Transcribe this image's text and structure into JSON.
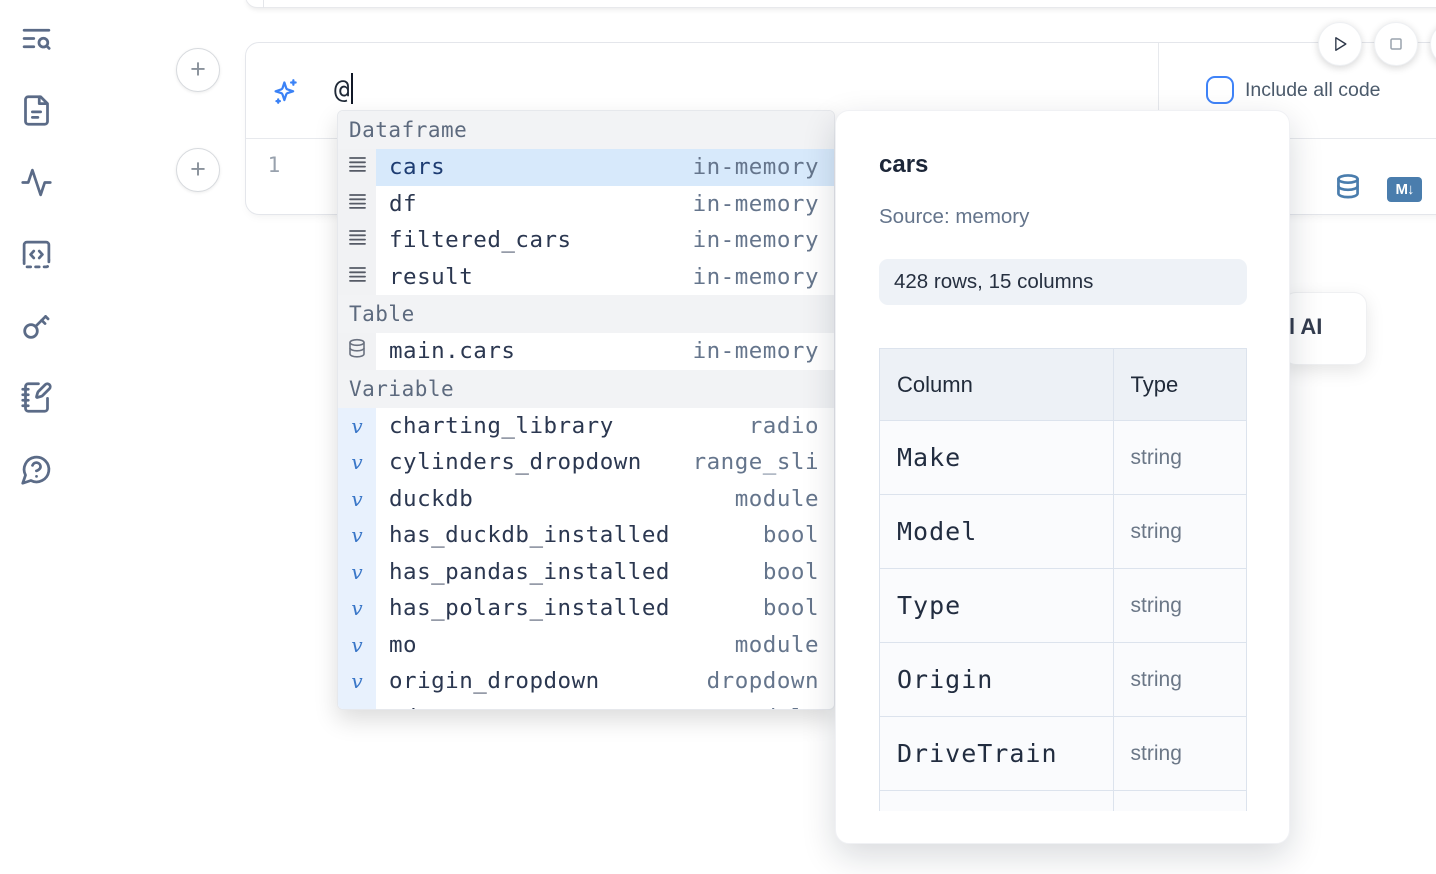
{
  "colors": {
    "accent_blue": "#3b82f6",
    "steel_blue": "#4a7dad",
    "selected_row_bg": "#d7e9fb",
    "sidebar_icon": "#5b6b87"
  },
  "sidebar": {
    "icons": [
      {
        "name": "text-search-icon"
      },
      {
        "name": "file-icon"
      },
      {
        "name": "activity-icon"
      },
      {
        "name": "code-snippets-icon"
      },
      {
        "name": "key-icon"
      },
      {
        "name": "scratchpad-icon"
      },
      {
        "name": "help-icon"
      }
    ]
  },
  "prompt_cell": {
    "typed_text": "@",
    "include_all_code_label": "Include all code",
    "checkbox_checked": false,
    "line_number": "1",
    "markdown_badge": "M↓"
  },
  "toolbar": {
    "run_button": "run",
    "stop_button": "stop"
  },
  "ai_card": {
    "label_fragment": "l AI"
  },
  "autocomplete": {
    "sections": [
      {
        "label": "Dataframe",
        "icon": "dataframe-lines-icon",
        "items": [
          {
            "name": "cars",
            "type": "in-memory",
            "selected": true
          },
          {
            "name": "df",
            "type": "in-memory"
          },
          {
            "name": "filtered_cars",
            "type": "in-memory"
          },
          {
            "name": "result",
            "type": "in-memory"
          }
        ]
      },
      {
        "label": "Table",
        "icon": "database-icon",
        "items": [
          {
            "name": "main.cars",
            "type": "in-memory"
          }
        ]
      },
      {
        "label": "Variable",
        "icon": "variable-icon",
        "items": [
          {
            "name": "charting_library",
            "type": "radio"
          },
          {
            "name": "cylinders_dropdown",
            "type": "range_sli"
          },
          {
            "name": "duckdb",
            "type": "module"
          },
          {
            "name": "has_duckdb_installed",
            "type": "bool"
          },
          {
            "name": "has_pandas_installed",
            "type": "bool"
          },
          {
            "name": "has_polars_installed",
            "type": "bool"
          },
          {
            "name": "mo",
            "type": "module"
          },
          {
            "name": "origin_dropdown",
            "type": "dropdown"
          },
          {
            "name": "pd",
            "type": "module",
            "clipped": true
          }
        ]
      }
    ]
  },
  "preview": {
    "title": "cars",
    "source": "Source: memory",
    "shape": "428 rows, 15 columns",
    "table": {
      "headers": [
        "Column",
        "Type"
      ],
      "rows": [
        [
          "Make",
          "string"
        ],
        [
          "Model",
          "string"
        ],
        [
          "Type",
          "string"
        ],
        [
          "Origin",
          "string"
        ],
        [
          "DriveTrain",
          "string"
        ]
      ]
    }
  }
}
